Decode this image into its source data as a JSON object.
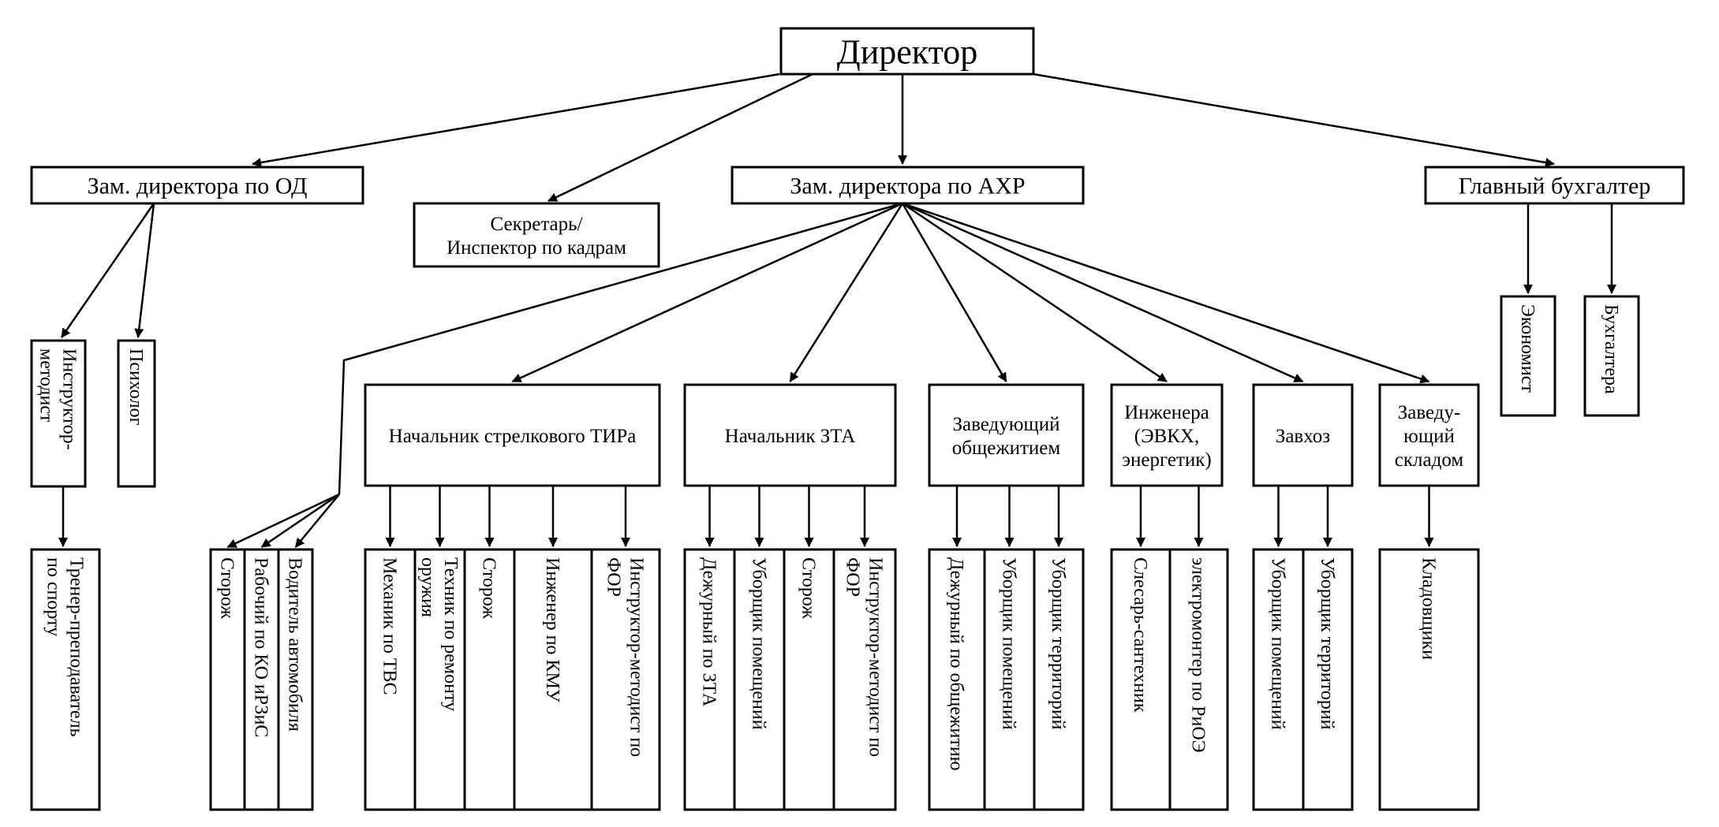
{
  "director": "Директор",
  "level1": {
    "od": "Зам. директора по ОД",
    "secretary": [
      "Секретарь/",
      "Инспектор по кадрам"
    ],
    "ahr": "Зам. директора по АХР",
    "accountant": "Главный бухгалтер"
  },
  "od_children": {
    "instructor": [
      "Инструктор-",
      "методист"
    ],
    "psychologist": "Психолог",
    "trainer": [
      "Тренер-преподаватель",
      "по спорту"
    ]
  },
  "accountant_children": {
    "economist": "Экономист",
    "accountants": "Бухгалтера"
  },
  "ahr_units": [
    {
      "key": "direct",
      "title": [],
      "staff": [
        [
          "Сторож"
        ],
        [
          "Рабочий по КО иРЗиС"
        ],
        [
          "Водитель автомобиля"
        ]
      ]
    },
    {
      "key": "tir",
      "title": [
        "Начальник стрелкового ТИРа"
      ],
      "staff": [
        [
          "Механик по ТВС"
        ],
        [
          "Техник по ремонту",
          "оружия"
        ],
        [
          "Сторож"
        ],
        [
          "Инженер по КМУ"
        ],
        [
          "Инструктор-методист по",
          "ФОР"
        ]
      ]
    },
    {
      "key": "zta",
      "title": [
        "Начальник ЗТА"
      ],
      "staff": [
        [
          "Дежурный по ЗТА"
        ],
        [
          "Уборщик помещений"
        ],
        [
          "Сторож"
        ],
        [
          "Инструктор-методист по",
          "ФОР"
        ]
      ]
    },
    {
      "key": "dorm",
      "title": [
        "Заведующий",
        "общежитием"
      ],
      "staff": [
        [
          "Дежурный по общежитию"
        ],
        [
          "Уборщик помещений"
        ],
        [
          "Уборщик территорий"
        ]
      ]
    },
    {
      "key": "eng",
      "title": [
        "Инженера",
        "(ЭВКХ,",
        "энергетик)"
      ],
      "staff": [
        [
          "Слесарь-сантехник"
        ],
        [
          "электромонтер по РиОЭ"
        ]
      ]
    },
    {
      "key": "supply",
      "title": [
        "Завхоз"
      ],
      "staff": [
        [
          "Уборщик помещений"
        ],
        [
          "Уборщик территорий"
        ]
      ]
    },
    {
      "key": "storage",
      "title": [
        "Заведу-",
        "ющий",
        "складом"
      ],
      "staff": [
        [
          "Кладовщики"
        ]
      ]
    }
  ]
}
